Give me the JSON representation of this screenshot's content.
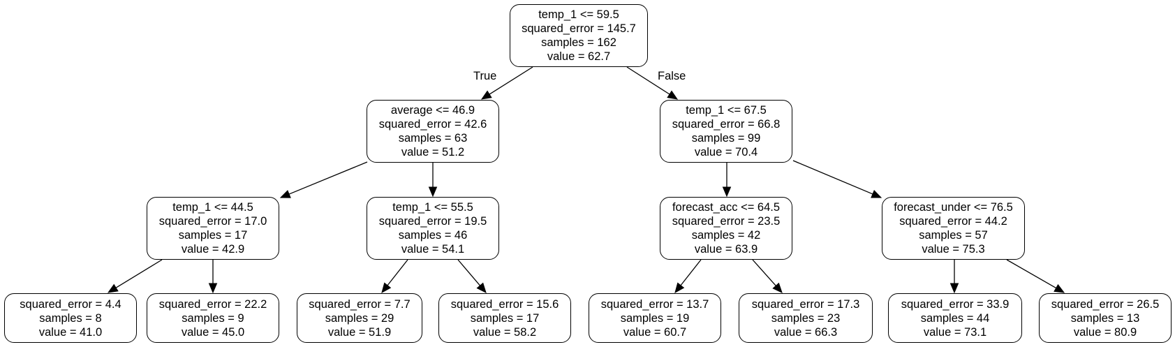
{
  "tree": {
    "nodes": [
      {
        "id": "n0",
        "lines": [
          "temp_1 <= 59.5",
          "squared_error = 145.7",
          "samples = 162",
          "value = 62.7"
        ]
      },
      {
        "id": "n1",
        "lines": [
          "average <= 46.9",
          "squared_error = 42.6",
          "samples = 63",
          "value = 51.2"
        ]
      },
      {
        "id": "n2",
        "lines": [
          "temp_1 <= 67.5",
          "squared_error = 66.8",
          "samples = 99",
          "value = 70.4"
        ]
      },
      {
        "id": "n3",
        "lines": [
          "temp_1 <= 44.5",
          "squared_error = 17.0",
          "samples = 17",
          "value = 42.9"
        ]
      },
      {
        "id": "n4",
        "lines": [
          "temp_1 <= 55.5",
          "squared_error = 19.5",
          "samples = 46",
          "value = 54.1"
        ]
      },
      {
        "id": "n5",
        "lines": [
          "forecast_acc <= 64.5",
          "squared_error = 23.5",
          "samples = 42",
          "value = 63.9"
        ]
      },
      {
        "id": "n6",
        "lines": [
          "forecast_under <= 76.5",
          "squared_error = 44.2",
          "samples = 57",
          "value = 75.3"
        ]
      },
      {
        "id": "n7",
        "lines": [
          "squared_error = 4.4",
          "samples = 8",
          "value = 41.0"
        ]
      },
      {
        "id": "n8",
        "lines": [
          "squared_error = 22.2",
          "samples = 9",
          "value = 45.0"
        ]
      },
      {
        "id": "n9",
        "lines": [
          "squared_error = 7.7",
          "samples = 29",
          "value = 51.9"
        ]
      },
      {
        "id": "n10",
        "lines": [
          "squared_error = 15.6",
          "samples = 17",
          "value = 58.2"
        ]
      },
      {
        "id": "n11",
        "lines": [
          "squared_error = 13.7",
          "samples = 19",
          "value = 60.7"
        ]
      },
      {
        "id": "n12",
        "lines": [
          "squared_error = 17.3",
          "samples = 23",
          "value = 66.3"
        ]
      },
      {
        "id": "n13",
        "lines": [
          "squared_error = 33.9",
          "samples = 44",
          "value = 73.1"
        ]
      },
      {
        "id": "n14",
        "lines": [
          "squared_error = 26.5",
          "samples = 13",
          "value = 80.9"
        ]
      }
    ],
    "edges": [
      {
        "from": "n0",
        "to": "n1",
        "label": "True"
      },
      {
        "from": "n0",
        "to": "n2",
        "label": "False"
      },
      {
        "from": "n1",
        "to": "n3"
      },
      {
        "from": "n1",
        "to": "n4"
      },
      {
        "from": "n2",
        "to": "n5"
      },
      {
        "from": "n2",
        "to": "n6"
      },
      {
        "from": "n3",
        "to": "n7"
      },
      {
        "from": "n3",
        "to": "n8"
      },
      {
        "from": "n4",
        "to": "n9"
      },
      {
        "from": "n4",
        "to": "n10"
      },
      {
        "from": "n5",
        "to": "n11"
      },
      {
        "from": "n5",
        "to": "n12"
      },
      {
        "from": "n6",
        "to": "n13"
      },
      {
        "from": "n6",
        "to": "n14"
      }
    ]
  }
}
